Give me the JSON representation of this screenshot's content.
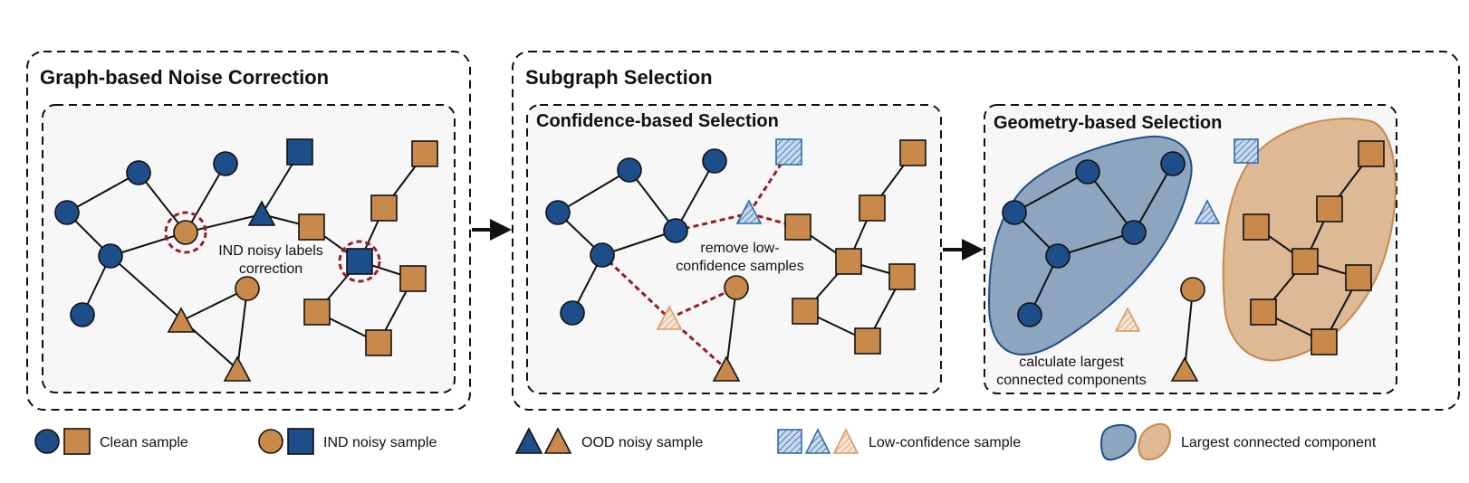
{
  "colors": {
    "blue": "#1d4e89",
    "orange": "#c8894a",
    "red_dash": "#9b1b22",
    "blue_hatch": "#2f6bab",
    "orange_hatch": "#d99a68",
    "blue_region": "#8ea5bf",
    "orange_region": "#ddb995",
    "panel_fill": "#f7f7f7"
  },
  "panels": {
    "left_title": "Graph-based Noise Correction",
    "right_title": "Subgraph Selection",
    "confidence_title": "Confidence-based Selection",
    "geometry_title": "Geometry-based Selection"
  },
  "annotations": {
    "correction_line1": "IND noisy labels",
    "correction_line2": "correction",
    "remove_line1": "remove low-",
    "remove_line2": "confidence samples",
    "lcc_line1": "calculate largest",
    "lcc_line2": "connected components"
  },
  "legend": {
    "clean": "Clean sample",
    "ind_noisy": "IND noisy sample",
    "ood_noisy": "OOD noisy sample",
    "low_conf": "Low-confidence sample",
    "lcc": "Largest connected component"
  }
}
